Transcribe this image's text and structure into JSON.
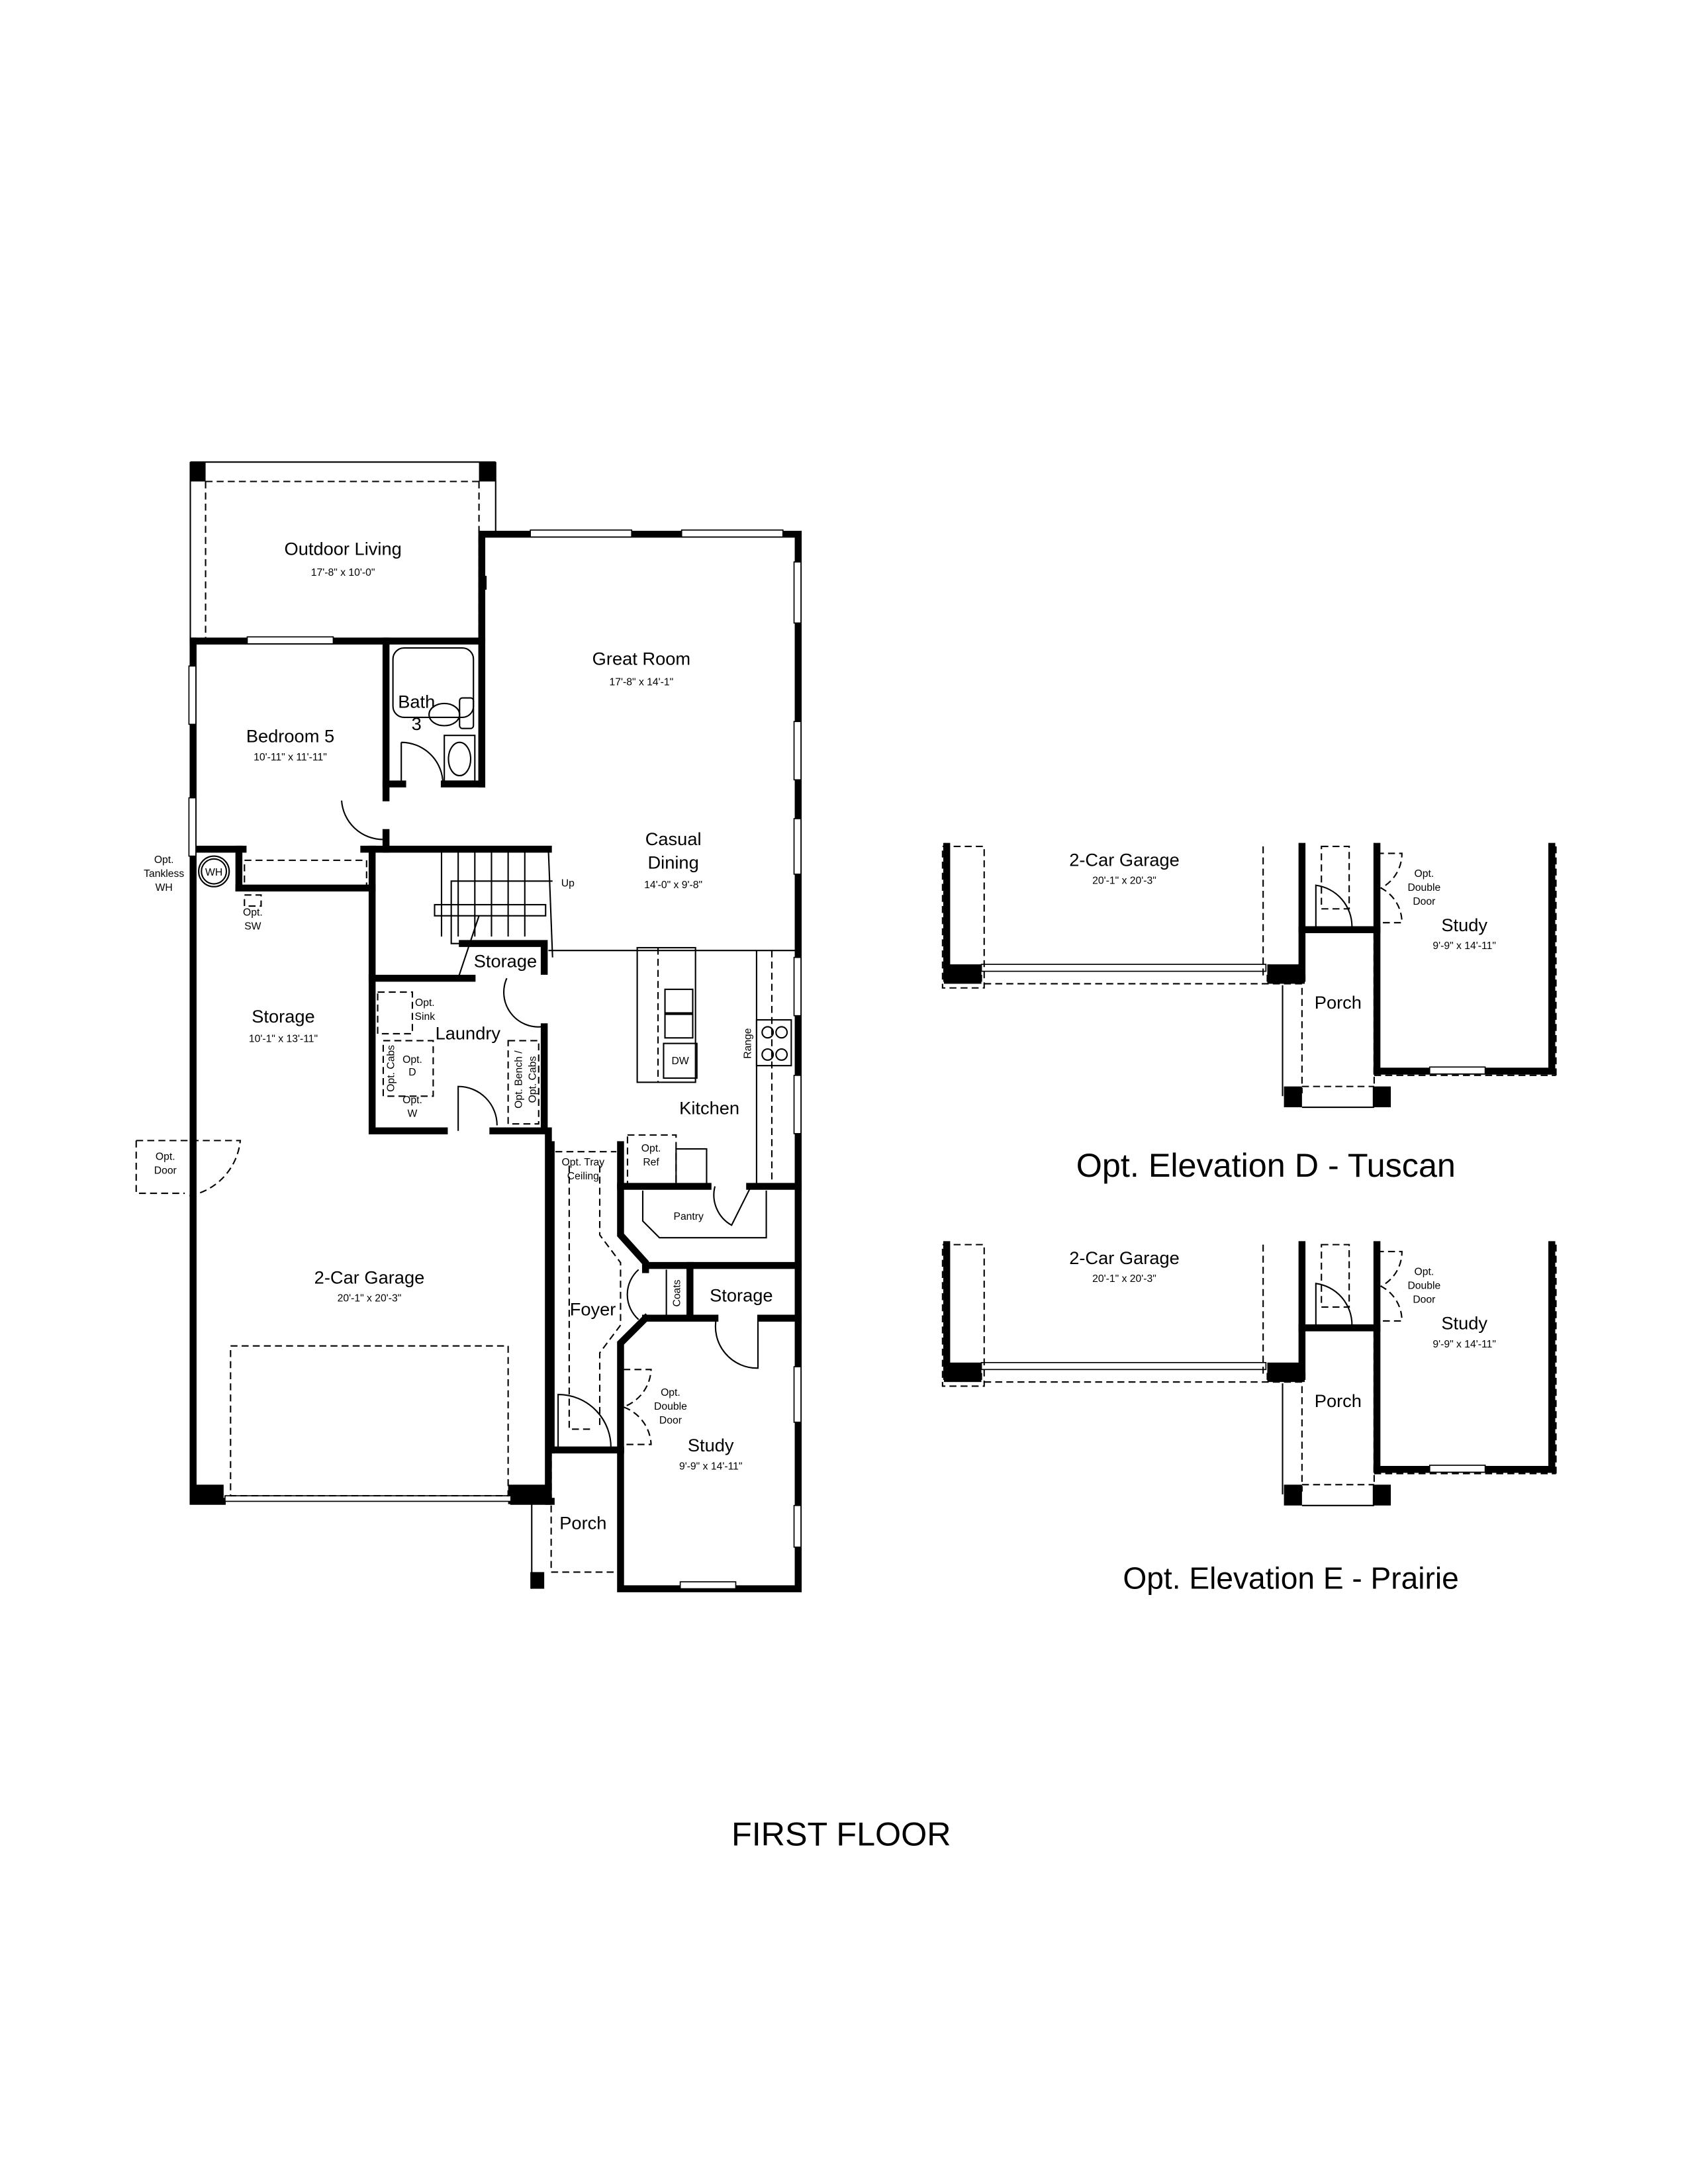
{
  "plan": {
    "title": "FIRST FLOOR",
    "rooms": {
      "outdoor_living": {
        "name": "Outdoor Living",
        "dims": "17'-8\" x 10'-0\""
      },
      "great_room": {
        "name": "Great Room",
        "dims": "17'-8\" x 14'-1\""
      },
      "bedroom5": {
        "name": "Bedroom 5",
        "dims": "10'-11\" x 11'-11\""
      },
      "bath3": {
        "name_line1": "Bath",
        "name_line2": "3"
      },
      "casual_dining": {
        "name_line1": "Casual",
        "name_line2": "Dining",
        "dims": "14'-0\" x 9'-8\""
      },
      "storage_large": {
        "name": "Storage",
        "dims": "10'-1\" x 13'-11\""
      },
      "stair_storage": {
        "name": "Storage"
      },
      "laundry": {
        "name": "Laundry"
      },
      "kitchen": {
        "name": "Kitchen"
      },
      "pantry": {
        "name": "Pantry"
      },
      "garage": {
        "name": "2-Car Garage",
        "dims": "20'-1\" x 20'-3\""
      },
      "foyer": {
        "name": "Foyer"
      },
      "storage_small": {
        "name": "Storage"
      },
      "study": {
        "name": "Study",
        "dims": "9'-9\" x 14'-11\""
      },
      "porch": {
        "name": "Porch"
      }
    },
    "notes": {
      "tankless_wh": [
        "Opt.",
        "Tankless",
        "WH"
      ],
      "wh": "WH",
      "sw": [
        "Opt.",
        "SW"
      ],
      "up": "Up",
      "sink": [
        "Opt.",
        "Sink"
      ],
      "dryer": [
        "Opt.",
        "D"
      ],
      "washer": [
        "Opt.",
        "W"
      ],
      "cabs": "Opt. Cabs",
      "bench": [
        "Opt. Bench /",
        "Opt. Cabs"
      ],
      "dw": "DW",
      "range": "Range",
      "ref": [
        "Opt.",
        "Ref"
      ],
      "tray": [
        "Opt. Tray",
        "Ceiling"
      ],
      "coats": "Coats",
      "double_door": [
        "Opt.",
        "Double",
        "Door"
      ],
      "opt_door": [
        "Opt.",
        "Door"
      ]
    }
  },
  "elevations": [
    {
      "title": "Opt. Elevation D - Tuscan",
      "garage": {
        "name": "2-Car Garage",
        "dims": "20'-1\" x 20'-3\""
      },
      "study": {
        "name": "Study",
        "dims": "9'-9\" x 14'-11\""
      },
      "porch": "Porch",
      "double_door": [
        "Opt.",
        "Double",
        "Door"
      ]
    },
    {
      "title": "Opt. Elevation E - Prairie",
      "garage": {
        "name": "2-Car Garage",
        "dims": "20'-1\" x 20'-3\""
      },
      "study": {
        "name": "Study",
        "dims": "9'-9\" x 14'-11\""
      },
      "porch": "Porch",
      "double_door": [
        "Opt.",
        "Double",
        "Door"
      ]
    }
  ]
}
